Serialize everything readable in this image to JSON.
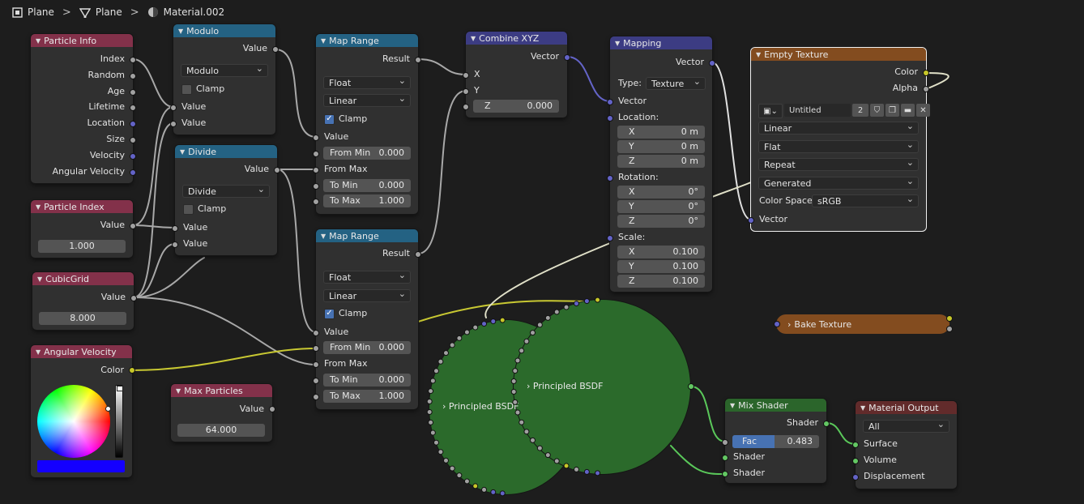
{
  "breadcrumb": {
    "object": "Plane",
    "mesh": "Plane",
    "material": "Material.002"
  },
  "colors": {
    "wire_gray": "#a8a8a8",
    "wire_yellow": "#c8c832",
    "wire_blue": "#6464c8",
    "wire_green": "#5ac85a",
    "wire_white": "#e0e0c8",
    "swatch": "#1400ff"
  },
  "nodes": {
    "particle_info": {
      "title": "Particle Info",
      "outputs": [
        "Index",
        "Random",
        "Age",
        "Lifetime",
        "Location",
        "Size",
        "Velocity",
        "Angular Velocity"
      ]
    },
    "modulo": {
      "title": "Modulo",
      "out": "Value",
      "op": "Modulo",
      "clamp": "Clamp",
      "in1": "Value",
      "in2": "Value"
    },
    "divide": {
      "title": "Divide",
      "out": "Value",
      "op": "Divide",
      "clamp": "Clamp",
      "in1": "Value",
      "in2": "Value"
    },
    "particle_index": {
      "title": "Particle Index",
      "out": "Value",
      "value": "1.000"
    },
    "cubic_grid": {
      "title": "CubicGrid",
      "out": "Value",
      "value": "8.000"
    },
    "angular_velocity": {
      "title": "Angular Velocity",
      "out": "Color"
    },
    "max_particles": {
      "title": "Max Particles",
      "out": "Value",
      "value": "64.000"
    },
    "map_range_1": {
      "title": "Map Range",
      "out": "Result",
      "type": "Float",
      "interp": "Linear",
      "clamp": "Clamp",
      "value": "Value",
      "from_min_lbl": "From Min",
      "from_min": "0.000",
      "from_max": "From Max",
      "to_min_lbl": "To Min",
      "to_min": "0.000",
      "to_max_lbl": "To Max",
      "to_max": "1.000"
    },
    "map_range_2": {
      "title": "Map Range",
      "out": "Result",
      "type": "Float",
      "interp": "Linear",
      "clamp": "Clamp",
      "value": "Value",
      "from_min_lbl": "From Min",
      "from_min": "0.000",
      "from_max": "From Max",
      "to_min_lbl": "To Min",
      "to_min": "0.000",
      "to_max_lbl": "To Max",
      "to_max": "1.000"
    },
    "combine_xyz": {
      "title": "Combine XYZ",
      "out": "Vector",
      "x": "X",
      "y": "Y",
      "z_lbl": "Z",
      "z": "0.000"
    },
    "mapping": {
      "title": "Mapping",
      "out": "Vector",
      "type_lbl": "Type:",
      "type": "Texture",
      "vector": "Vector",
      "location": "Location:",
      "loc": [
        [
          "X",
          "0 m"
        ],
        [
          "Y",
          "0 m"
        ],
        [
          "Z",
          "0 m"
        ]
      ],
      "rotation": "Rotation:",
      "rot": [
        [
          "X",
          "0°"
        ],
        [
          "Y",
          "0°"
        ],
        [
          "Z",
          "0°"
        ]
      ],
      "scale": "Scale:",
      "scl": [
        [
          "X",
          "0.100"
        ],
        [
          "Y",
          "0.100"
        ],
        [
          "Z",
          "0.100"
        ]
      ]
    },
    "empty_texture": {
      "title": "Empty Texture",
      "color": "Color",
      "alpha": "Alpha",
      "image_name": "Untitled",
      "users": "2",
      "interp": "Linear",
      "projection": "Flat",
      "extension": "Repeat",
      "source": "Generated",
      "color_space_lbl": "Color Space",
      "color_space": "sRGB",
      "vector": "Vector"
    },
    "principled_a": {
      "title": "Principled BSDF"
    },
    "principled_b": {
      "title": "Principled BSDF"
    },
    "bake_texture": {
      "title": "Bake Texture"
    },
    "mix_shader": {
      "title": "Mix Shader",
      "out": "Shader",
      "fac_lbl": "Fac",
      "fac": "0.483",
      "fac_value": 0.483,
      "in1": "Shader",
      "in2": "Shader"
    },
    "material_output": {
      "title": "Material Output",
      "target": "All",
      "surface": "Surface",
      "volume": "Volume",
      "displacement": "Displacement"
    }
  }
}
